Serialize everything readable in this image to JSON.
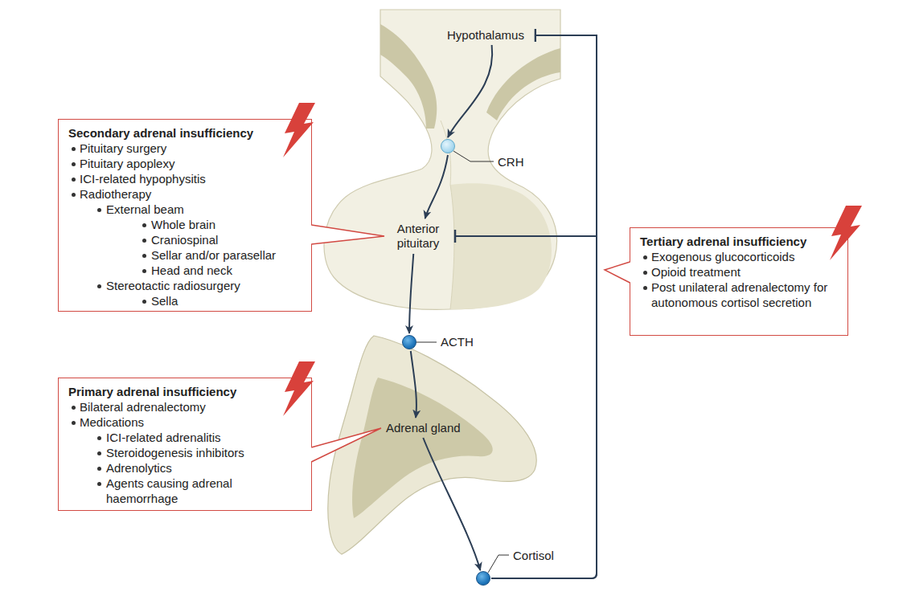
{
  "diagram": {
    "nodes": [
      {
        "text": [
          "Hypothalamus"
        ]
      },
      {
        "text": [
          "Secondary adrenal insufficiency",
          "Pituitary surgery",
          "Pituitary apoplexy",
          "ICI-related hypophysitis",
          "Radiotherapy",
          "External beam",
          "Whole brain",
          "Craniospinal",
          "Sellar and/or parasellar",
          "Head and neck",
          "Stereotactic radiosurgery",
          "Sella"
        ]
      },
      {
        "text": [
          "CRH"
        ]
      },
      {
        "text": [
          "Anterior pituitary"
        ]
      },
      {
        "text": [
          "Tertiary adrenal insufficiency",
          "Exogenous glucocorticoids",
          "Opioid treatment",
          "Post unilateral adrenalectomy for autonomous cortisol secretion"
        ]
      },
      {
        "text": [
          "ACTH"
        ]
      },
      {
        "text": [
          "Primary adrenal insufficiency",
          "Bilateral adrenalectomy",
          "Medications",
          "ICI-related adrenalitis",
          "Steroidogenesis inhibitors",
          "Adrenolytics",
          "Agents causing adrenal haemorrhage"
        ]
      },
      {
        "text": [
          "Adrenal gland"
        ]
      },
      {
        "text": [
          "Cortisol"
        ]
      }
    ],
    "edges": [
      {
        "from": 0,
        "to": 2,
        "arrow": "to"
      },
      {
        "from": 2,
        "to": 3,
        "arrow": "to"
      },
      {
        "from": 3,
        "to": 5,
        "arrow": "to"
      },
      {
        "from": 5,
        "to": 7,
        "arrow": "to"
      },
      {
        "from": 7,
        "to": 8,
        "arrow": "to"
      },
      {
        "from": 8,
        "to": 0,
        "arrow": "to"
      },
      {
        "from": 8,
        "to": 3,
        "arrow": "to"
      },
      {
        "from": 1,
        "to": 3,
        "arrow": "none"
      },
      {
        "from": 6,
        "to": 7,
        "arrow": "none"
      }
    ]
  }
}
